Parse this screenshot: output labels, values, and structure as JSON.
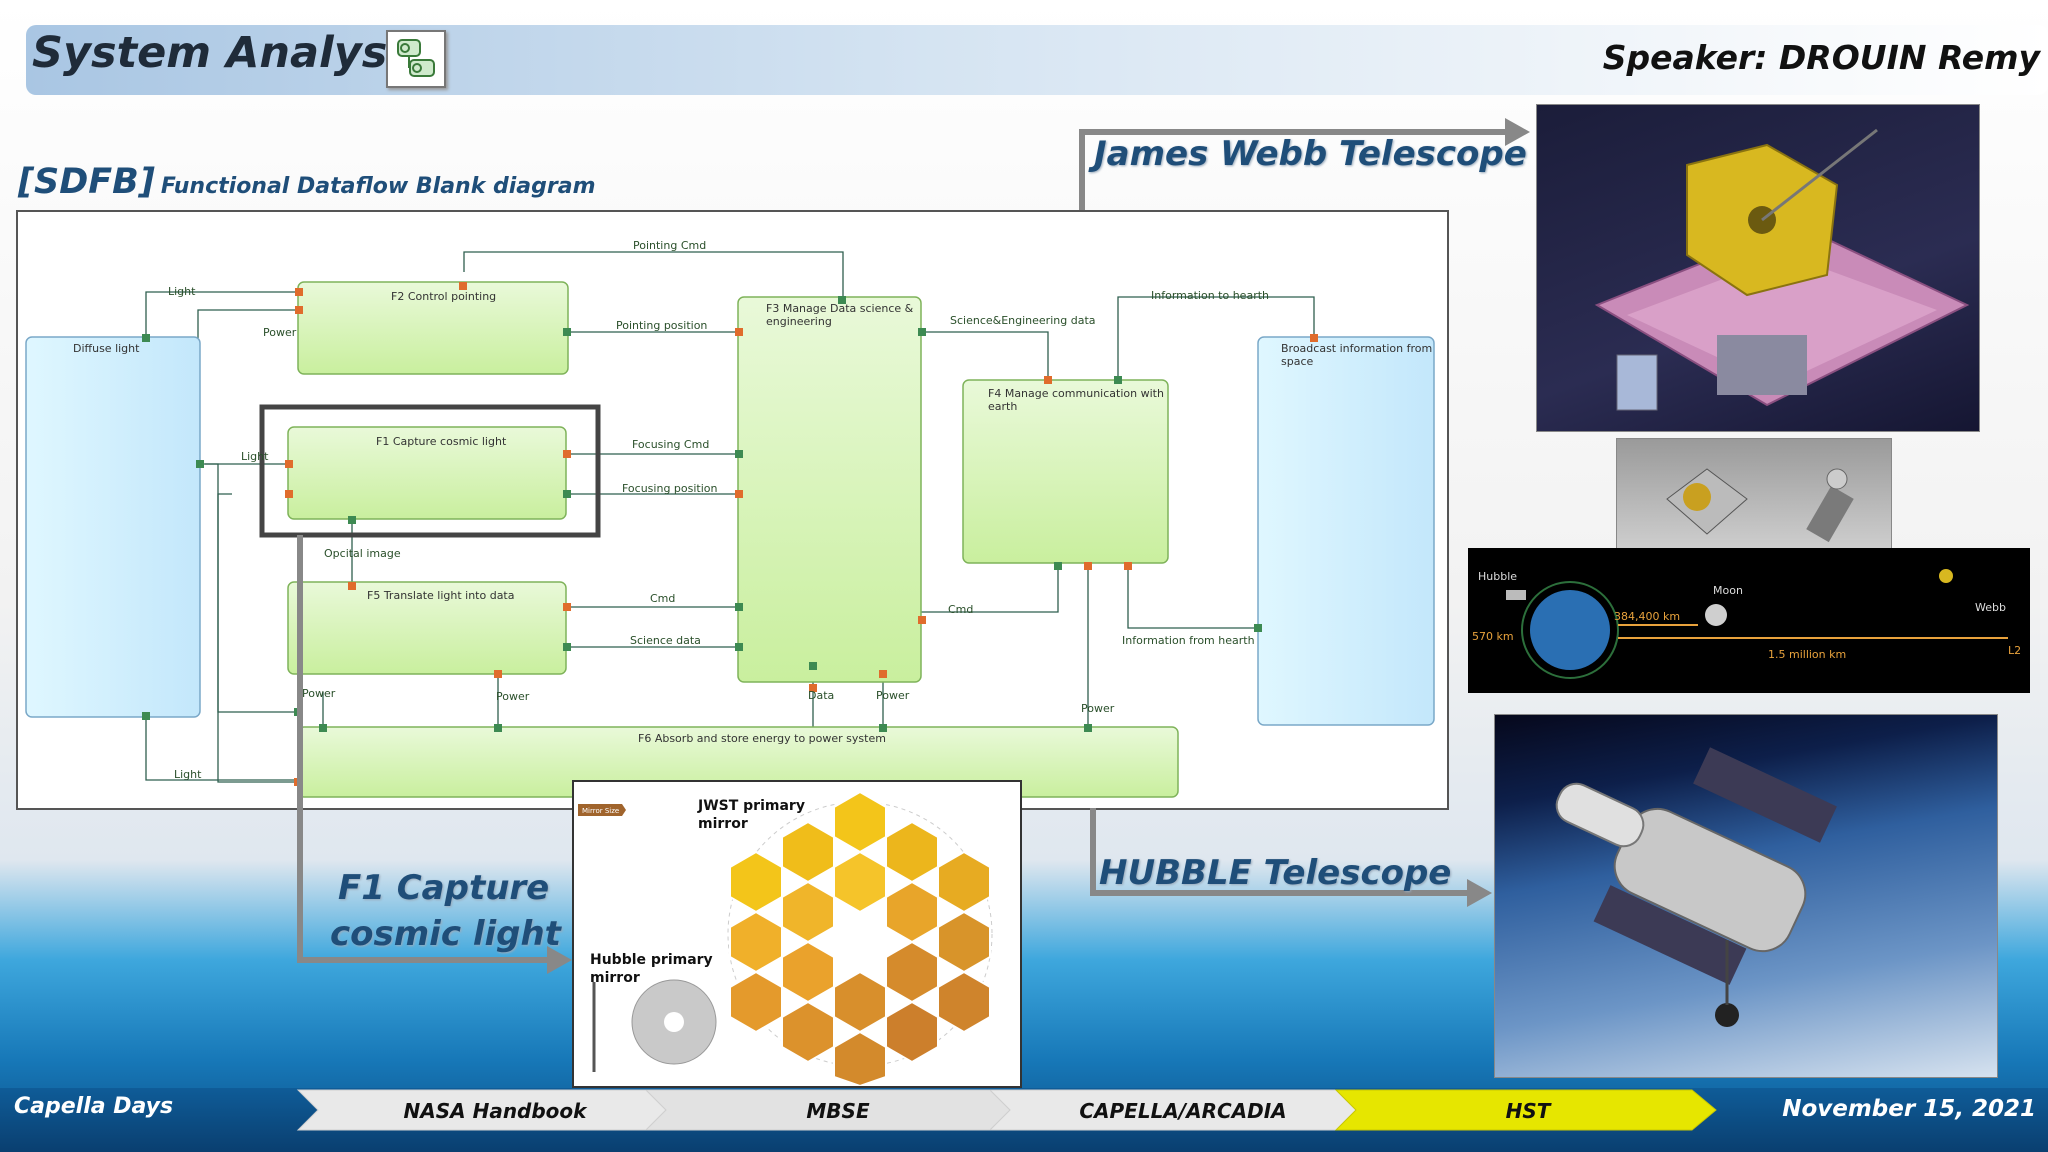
{
  "header": {
    "title": "System Analysis",
    "speaker": "Speaker: DROUIN Remy"
  },
  "diagram": {
    "kind": "[SDFB]",
    "subtitle": "Functional Dataflow Blank diagram",
    "functions": {
      "diffuse": "Diffuse light",
      "f2": "F2 Control pointing",
      "f1": "F1 Capture cosmic light",
      "f5": "F5 Translate light into data",
      "f3_1": "F3 Manage Data science &",
      "f3_2": "engineering",
      "f4_1": "F4 Manage communication with",
      "f4_2": "earth",
      "broadcast_1": "Broadcast information from",
      "broadcast_2": "space",
      "f6": "F6 Absorb and store energy to power system"
    },
    "flows": {
      "pointing_cmd": "Pointing Cmd",
      "light_top": "Light",
      "power_top": "Power",
      "pointing_position": "Pointing position",
      "sci_eng_data": "Science&Engineering data",
      "info_to_hearth": "Information to hearth",
      "light_mid": "Light",
      "focusing_cmd": "Focusing Cmd",
      "focusing_position": "Focusing position",
      "optical_image": "Opcital image",
      "cmd_f5": "Cmd",
      "cmd_f4": "Cmd",
      "science_data": "Science data",
      "info_from_hearth": "Information from hearth",
      "power_left": "Power",
      "power_f5": "Power",
      "data": "Data",
      "power_f3": "Power",
      "power_f4": "Power",
      "light_bottom": "Light"
    }
  },
  "labels": {
    "jwst": "James Webb Telescope",
    "hubble": "HUBBLE Telescope",
    "f1_line1": "F1 Capture",
    "f1_line2": "cosmic light"
  },
  "mirror_figure": {
    "badge": "Mirror Size",
    "jwst_1": "JWST primary",
    "jwst_2": "mirror",
    "hubble_1": "Hubble primary",
    "hubble_2": "mirror"
  },
  "orbit_figure": {
    "hubble": "Hubble",
    "moon": "Moon",
    "webb": "Webb",
    "d_hubble": "570 km",
    "d_moon": "384,400 km",
    "d_webb": "1.5 million km",
    "l2": "L2"
  },
  "footer": {
    "event": "Capella Days",
    "date": "November 15, 2021",
    "steps": [
      "NASA Handbook",
      "MBSE",
      "CAPELLA/ARCADIA",
      "HST"
    ],
    "active_step": "HST",
    "active_color": "#e6e600"
  }
}
